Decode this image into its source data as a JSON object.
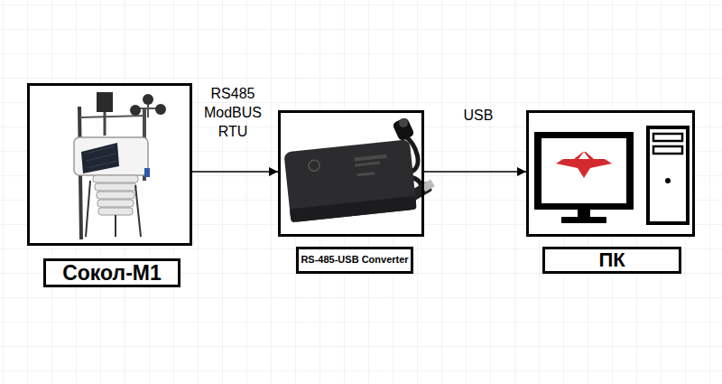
{
  "diagram": {
    "nodes": [
      {
        "text": [
          "Сокол-М1"
        ]
      },
      {
        "text": [
          "RS-485-USB Converter"
        ]
      },
      {
        "text": [
          "ПК"
        ]
      }
    ],
    "edges": [
      {
        "from": 0,
        "to": 1,
        "arrow": "to",
        "label": "RS485 ModBUS RTU"
      },
      {
        "from": 1,
        "to": 2,
        "arrow": "to",
        "label": "USB"
      }
    ]
  }
}
